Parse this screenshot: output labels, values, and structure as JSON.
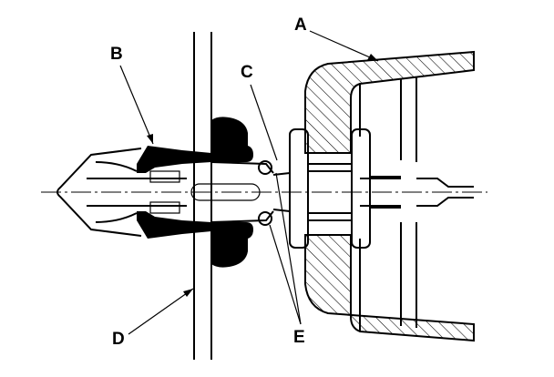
{
  "diagram": {
    "callouts": [
      {
        "id": "A",
        "label": "A"
      },
      {
        "id": "B",
        "label": "B"
      },
      {
        "id": "C",
        "label": "C"
      },
      {
        "id": "D",
        "label": "D"
      },
      {
        "id": "E",
        "label": "E"
      }
    ]
  },
  "colors": {
    "ink": "#000000",
    "paper": "#ffffff"
  }
}
